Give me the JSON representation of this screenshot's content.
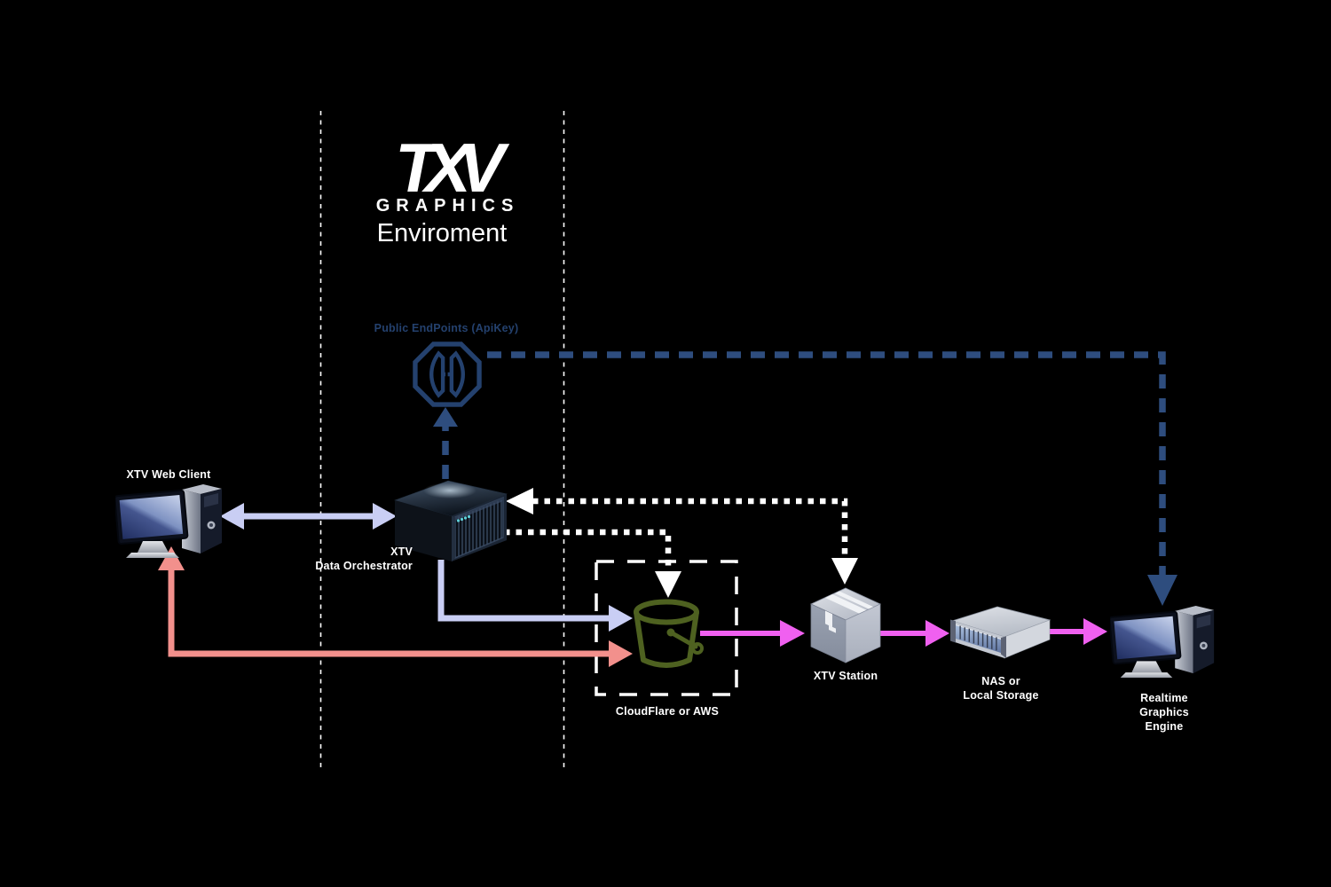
{
  "logo": {
    "wordmark": "TXV",
    "wordmark_sub": "GRAPHICS",
    "subtitle": "Enviroment"
  },
  "nodes": {
    "web_client": {
      "label": "XTV Web Client",
      "icon": "desktop-computer"
    },
    "orchestrator": {
      "line1": "XTV",
      "line2": "Data Orchestrator",
      "icon": "rack-server"
    },
    "endpoints": {
      "label": "Public EndPoints (ApiKey)",
      "icon": "api-gateway-octagon"
    },
    "cloud": {
      "label": "CloudFlare or AWS",
      "icon": "bucket",
      "boundary": "white-dashed-box"
    },
    "station": {
      "label": "XTV Station",
      "icon": "box-package"
    },
    "nas": {
      "line1": "NAS or",
      "line2": "Local Storage",
      "icon": "storage-array"
    },
    "engine": {
      "line1": "Realtime",
      "line2": "Graphics",
      "line3": "Engine",
      "icon": "desktop-computer"
    }
  },
  "edges": [
    {
      "from": "web_client",
      "to": "orchestrator",
      "style": "solid",
      "color": "lavender",
      "bidirectional": true
    },
    {
      "from": "orchestrator",
      "to": "endpoints",
      "style": "dashed",
      "color": "navy",
      "bidirectional": false
    },
    {
      "from": "endpoints",
      "to": "engine",
      "style": "dashed",
      "color": "navy",
      "bidirectional": false
    },
    {
      "from": "orchestrator",
      "to": "cloud",
      "style": "solid",
      "color": "lavender",
      "bidirectional": false
    },
    {
      "from": "cloud",
      "to": "web_client",
      "style": "solid",
      "color": "salmon",
      "bidirectional": true
    },
    {
      "from": "station",
      "to": "orchestrator",
      "style": "dotted",
      "color": "white",
      "bidirectional": true
    },
    {
      "from": "orchestrator",
      "to": "cloud",
      "style": "dotted",
      "color": "white",
      "bidirectional": false
    },
    {
      "from": "cloud",
      "to": "station",
      "style": "solid",
      "color": "magenta",
      "bidirectional": false
    },
    {
      "from": "station",
      "to": "nas",
      "style": "solid",
      "color": "magenta",
      "bidirectional": false
    },
    {
      "from": "nas",
      "to": "engine",
      "style": "solid",
      "color": "magenta",
      "bidirectional": false
    }
  ],
  "colors": {
    "background": "#000000",
    "lavender": "#C9CEF4",
    "salmon": "#F2908C",
    "magenta": "#F060F0",
    "navy_line": "#2E4D7E",
    "navy_text": "#24416E",
    "white": "#FFFFFF",
    "bucket_olive": "#4E6120"
  }
}
